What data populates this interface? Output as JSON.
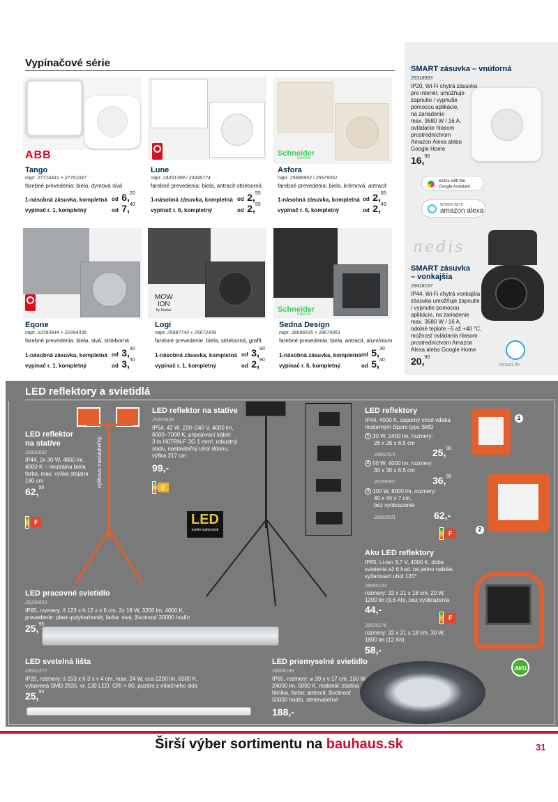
{
  "switch_section": {
    "title": "Vypínačové série",
    "label_socket": "1-násobná zásuvka, kompletná",
    "label_switch_1": "vypínač r. 1, kompletný",
    "label_switch_6": "vypínač r. 6, kompletný",
    "od": "od",
    "brands": {
      "abb": "ABB",
      "schneider": "Schneider",
      "schneider_sub": "Electric",
      "mow": "MOW",
      "ion": "ION",
      "kanlux": "by Kanlux"
    },
    "products": [
      {
        "name": "Tango",
        "code": "napr. 27710441 + 27701047",
        "colors": "farebné prevedenia: biela, dymová sivá",
        "socket_int": "6,",
        "socket_dec": "20",
        "switch_int": "7,",
        "switch_dec": "40"
      },
      {
        "name": "Lune",
        "code": "napr. 24451389 / 24446774",
        "colors": "farebné prevedenia: biela, antracit-strieborná",
        "socket_int": "2,",
        "socket_dec": "55",
        "switch_int": "2,",
        "switch_dec": "55"
      },
      {
        "name": "Asfora",
        "code": "napr. 25686953 / 25676051",
        "colors": "farebné prevedenia: biela, krémová, antracit",
        "socket_int": "2,",
        "socket_dec": "65",
        "switch_int": "2,",
        "switch_dec": "49"
      },
      {
        "name": "Eqone",
        "code": "napr. 22393944 + 22394336",
        "colors": "farebné prevedenia: biela, sivá, strieborná",
        "socket_int": "3,",
        "socket_dec": "30",
        "switch_int": "3,",
        "switch_dec": "50"
      },
      {
        "name": "Logi",
        "code": "napr. 25687743 + 25672439",
        "colors": "farebné prevedenie: biela, strieborná, grafit",
        "socket_int": "3,",
        "socket_dec": "90",
        "switch_int": "2,",
        "switch_dec": "90"
      },
      {
        "name": "Sedna Design",
        "code": "napr. 28696535 + 28670061",
        "colors": "farebné prevedenia: biela, antracit, alumínium",
        "socket_int": "5,",
        "socket_dec": "30",
        "switch_int": "5,",
        "switch_dec": "40"
      }
    ]
  },
  "smart": {
    "indoor": {
      "title": "SMART zásuvka – vnútorná",
      "code": "29318993",
      "desc": [
        "IP20, Wi-Fi chytrá zásuvka",
        "pre interiér, umožňuje",
        "zapnutie / vypnutie",
        "pomocou aplikácie,",
        "na zariadenie",
        "max. 3680 W / 16 A,",
        "ovládanie hlasom",
        "prostredníctvom",
        "Amazon Alexa alebo",
        "Google Home"
      ],
      "price_int": "16,",
      "price_dec": "90"
    },
    "google_badge": [
      "works with the",
      "Google Assistant"
    ],
    "alexa_badge": [
      "WORKS WITH",
      "amazon alexa"
    ],
    "nedis": "nedis",
    "outdoor": {
      "title1": "SMART zásuvka",
      "title2": "– vonkajšia",
      "code": "29418167",
      "desc": [
        "IP44, Wi-Fi chytrá vonkajšia",
        "zásuvka umožňuje zapnutie",
        "/ vypnutie pomocou",
        "aplikácie, na zariadenie",
        "max. 3680 W / 16 A,",
        "odolné teplote –5 až +40 °C,",
        "možnosť ovládania hlasom",
        "prostredníctvom Amazon",
        "Alexa alebo Google Home"
      ],
      "price_int": "20,",
      "price_dec": "90"
    },
    "smartlife": "SmartLife"
  },
  "led": {
    "title": "LED reflektory a svietidlá",
    "stand_double": {
      "title1": "LED reflektor",
      "title2": "na statíve",
      "code": "26800002",
      "desc": [
        "IP44, 2x 30 W, 4800 lm,",
        "4000 K – neutrálna biela",
        "farba, max. výška stojana",
        "180 cm"
      ],
      "price_int": "62,",
      "price_dec": "90",
      "energy": "F",
      "vertical": "výškovo nastaviteľný"
    },
    "stand_single": {
      "title": "LED reflektor na statíve",
      "code": "25353530",
      "desc": [
        "IP54, 42 W, 220–240 V, 4000 lm,",
        "6000–7000 K, pripojovací kábel:",
        "3 m H07RN-F 3G 1 mm², robustný",
        "stativ, nastaviteľný uhol sklonu,",
        "výška 217 cm"
      ],
      "price": "99,-",
      "energy": "E"
    },
    "led_sign": {
      "big": "LED",
      "small": "svetlo budúcnosti"
    },
    "reflectors": {
      "title": "LED reflektory",
      "desc": [
        "IP44, 4000 K, úsporný chod vďaka",
        "moderným čipom typu SMD"
      ],
      "items": [
        {
          "num": "1",
          "lines": [
            "30 W, 2400 lm, rozmery:",
            "26 x 26 x 6,5 cm"
          ],
          "code": "26802521",
          "price_int": "25,",
          "price_dec": "90"
        },
        {
          "num": "2",
          "lines": [
            "50 W, 4000 lm, rozmery:",
            "30 x 30 x 6,5 cm"
          ],
          "code": "26799997",
          "price_int": "36,",
          "price_dec": "90"
        },
        {
          "num": "3",
          "lines": [
            "100 W, 8000 lm, rozmery:",
            "40 x 44 x 7 cm,",
            "bez vyobrazenia"
          ],
          "code": "26803931",
          "price": "62,-"
        }
      ],
      "energy": "F"
    },
    "aku": {
      "title": "Aku LED reflektory",
      "desc": [
        "IP65, Li-Ion 3,7 V, 4000 K, doba",
        "svietenia až 6 hod. na jedno nabitie,",
        "vyžarovací uhol 120°"
      ],
      "code1": "28695143",
      "lines1": [
        "rozmery: 32 x 21 x 18 cm, 20 W,",
        "1200 lm (9,6 Ah), bez vyobrazenia"
      ],
      "price1": "44,-",
      "code2": "28635176",
      "lines2": [
        "rozmery: 32 x 21 x 18 cm, 30 W,",
        "1800 lm (12 Ah)"
      ],
      "price2": "58,-",
      "energy": "F",
      "badge": "AKU"
    },
    "work": {
      "title": "LED pracovné svietidlo",
      "code": "25296653",
      "desc": [
        "IP65, rozmery: š 123 x h 12 x v 6 cm, 2x 18 W, 3200 lm, 4000 K,",
        "prevedenie: plast–polykarbonát, farba: sivá, životnosť 30000 hodín"
      ],
      "price_int": "25,",
      "price_dec": "95"
    },
    "strip": {
      "title": "LED svetelná lišta",
      "code": "23021372",
      "desc": [
        "IP20, rozmery: š 153 x h 3 x v 4 cm, max. 24 W, cca 2200 lm, 6500 K,",
        "vybavená SMD 2835, vr. 130 LED, CRI > 80, puzdro z mliečneho skla"
      ],
      "price_int": "25,",
      "price_dec": "95"
    },
    "industrial": {
      "title": "LED priemyselné svietidlo",
      "code": "28608169",
      "desc": [
        "IP65, rozmery: ⌀ 39 x v 17 cm, 150 W,",
        "24000 lm, 5000 K, materiál: zliatina",
        "hliníka, farba: antracit, životnosť",
        "50000 hodín, stmievateľné"
      ],
      "price": "188,-"
    },
    "legend_1": "1",
    "legend_2": "2"
  },
  "footer": {
    "text": "Širší výber sortimentu na ",
    "link": "bauhaus.sk",
    "page": "31"
  }
}
